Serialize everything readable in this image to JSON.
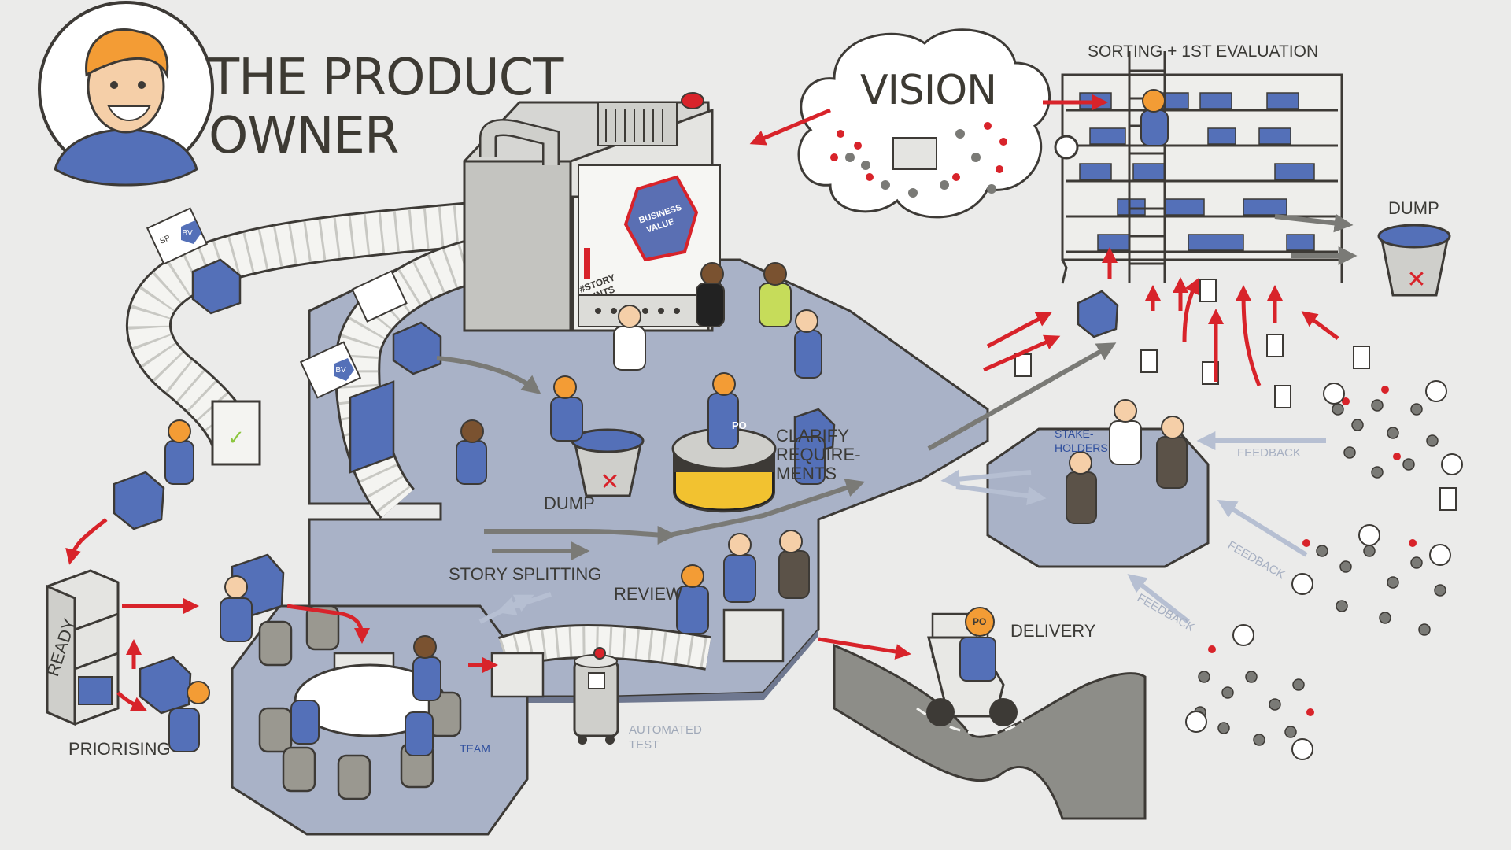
{
  "title_line1": "THE PRODUCT",
  "title_line2": "OWNER",
  "vision": "VISION",
  "sorting": "SORTING + 1ST EVALUATION",
  "dump_right": "DUMP",
  "dump_center": "DUMP",
  "clarify_1": "CLARIFY",
  "clarify_2": "REQUIRE-",
  "clarify_3": "MENTS",
  "story_splitting": "STORY SPLITTING",
  "review": "REVIEW",
  "delivery": "DELIVERY",
  "priorising": "PRIORISING",
  "ready": "READY",
  "team": "TEAM",
  "automated_1": "AUTOMATED",
  "automated_2": "TEST",
  "stakeholders_1": "STAKE-",
  "stakeholders_2": "HOLDERS",
  "feedback": "FEEDBACK",
  "machine_story_1": "#STORY",
  "machine_story_2": "POINTS",
  "machine_bv_1": "BUSINESS",
  "machine_bv_2": "VALUE",
  "tag_bv": "BV",
  "tag_sp": "SP",
  "po_badge": "PO",
  "colors": {
    "floor": "#a9b2c7",
    "box": "#5470b8",
    "arrow": "#d8232a",
    "grey_arrow": "#7a7a76",
    "feedback_arrow": "#b6bfd2",
    "outline": "#3d3a36"
  }
}
